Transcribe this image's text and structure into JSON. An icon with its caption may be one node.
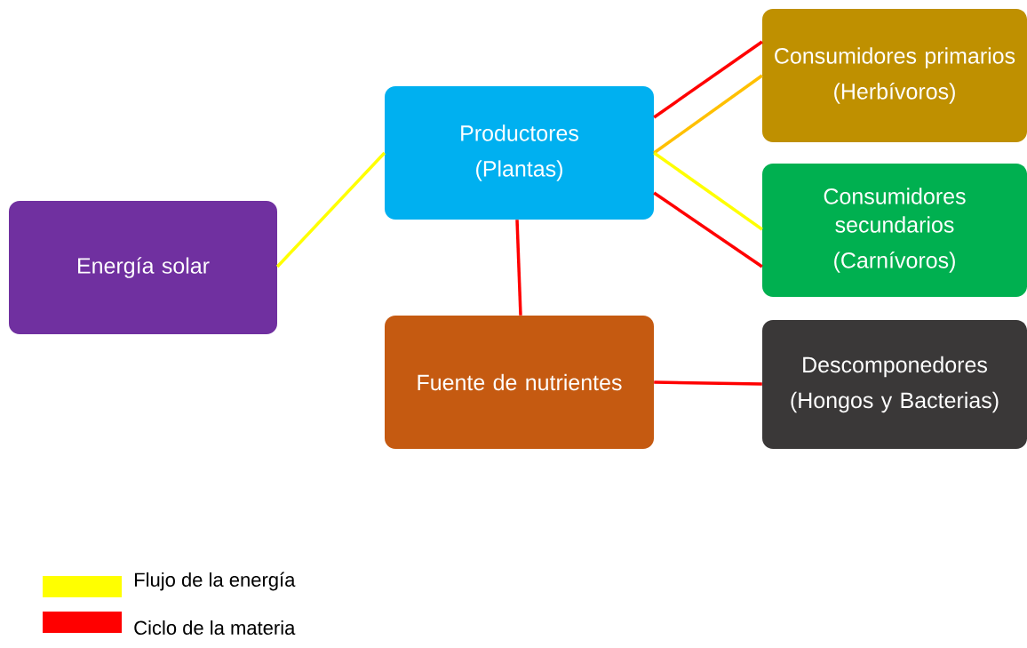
{
  "diagram": {
    "nodes": [
      {
        "text": [
          "Energía solar"
        ]
      },
      {
        "text": [
          "Productores",
          "(Plantas)"
        ]
      },
      {
        "text": [
          "Consumidores primarios",
          "(Herbívoros)"
        ]
      },
      {
        "text": [
          "Consumidores secundarios",
          "(Carnívoros)"
        ]
      },
      {
        "text": [
          "Fuente de nutrientes"
        ]
      },
      {
        "text": [
          "Descomponedores",
          "(Hongos y Bacterias)"
        ]
      }
    ],
    "edges": [
      {
        "from": 0,
        "to": 1,
        "arrow": "none",
        "color": "#ffff00"
      },
      {
        "from": 1,
        "to": 2,
        "arrow": "none",
        "color": "#ff0000"
      },
      {
        "from": 1,
        "to": 2,
        "arrow": "none",
        "color": "#ffc000"
      },
      {
        "from": 1,
        "to": 3,
        "arrow": "none",
        "color": "#ffff00"
      },
      {
        "from": 1,
        "to": 3,
        "arrow": "none",
        "color": "#ff0000"
      },
      {
        "from": 1,
        "to": 4,
        "arrow": "none",
        "color": "#ff0000"
      },
      {
        "from": 4,
        "to": 5,
        "arrow": "none",
        "color": "#ff0000"
      }
    ],
    "legend": [
      {
        "text": "Flujo de la energía",
        "color": "#ffff00"
      },
      {
        "text": "Ciclo de la materia",
        "color": "#ff0000"
      }
    ]
  }
}
